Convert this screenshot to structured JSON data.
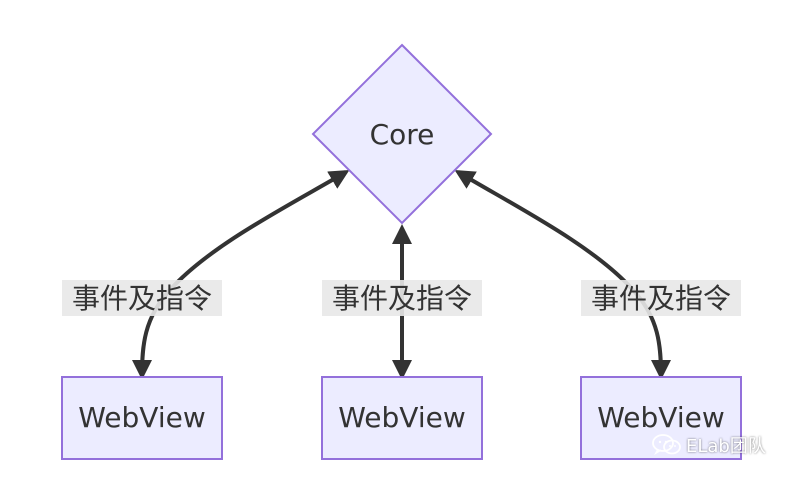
{
  "colors": {
    "node_fill": "#ECECFF",
    "node_stroke": "#9370DB",
    "edge": "#333333",
    "label_bg": "#E8E8E8",
    "text": "#333333"
  },
  "diagram": {
    "core": {
      "label": "Core",
      "shape": "diamond"
    },
    "nodes": [
      {
        "label": "WebView"
      },
      {
        "label": "WebView"
      },
      {
        "label": "WebView"
      }
    ],
    "edges": [
      {
        "label": "事件及指令",
        "from": "webview-1",
        "to": "core",
        "direction": "both"
      },
      {
        "label": "事件及指令",
        "from": "webview-2",
        "to": "core",
        "direction": "both"
      },
      {
        "label": "事件及指令",
        "from": "webview-3",
        "to": "core",
        "direction": "both"
      }
    ]
  },
  "watermark": {
    "icon": "wechat-icon",
    "text": "ELab团队"
  }
}
